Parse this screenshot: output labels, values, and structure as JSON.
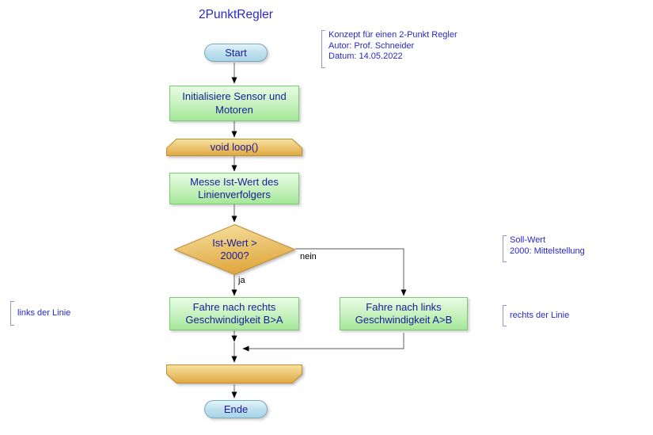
{
  "title": "2PunktRegler",
  "nodes": {
    "start": {
      "label": "Start",
      "type": "terminal"
    },
    "init": {
      "lines": [
        "Initialisiere Sensor und",
        "Motoren"
      ],
      "type": "process"
    },
    "loop_start": {
      "label": "void loop()",
      "type": "loop-start"
    },
    "measure": {
      "lines": [
        "Messe Ist-Wert des",
        "Linienverfolgers"
      ],
      "type": "process"
    },
    "decision": {
      "lines": [
        "Ist-Wert >",
        "2000?"
      ],
      "type": "decision"
    },
    "drive_right": {
      "lines": [
        "Fahre nach rechts",
        "Geschwindigkeit B>A"
      ],
      "type": "process"
    },
    "drive_left": {
      "lines": [
        "Fahre nach links",
        "Geschwindigkeit A>B"
      ],
      "type": "process"
    },
    "loop_end": {
      "label": "",
      "type": "loop-end"
    },
    "end": {
      "label": "Ende",
      "type": "terminal"
    }
  },
  "edge_labels": {
    "yes": "ja",
    "no": "nein"
  },
  "annotations": {
    "concept": {
      "lines": [
        "Konzept für einen 2-Punkt Regler",
        "Autor: Prof. Schneider",
        "Datum: 14.05.2022"
      ]
    },
    "left_of_line": {
      "text": "links der Linie"
    },
    "setpoint": {
      "lines": [
        "Soll-Wert",
        "2000: Mittelstellung"
      ]
    },
    "right_of_line": {
      "text": "rechts der Linie"
    }
  },
  "colors": {
    "title_text": "#2929c8",
    "node_text": "#1b1b99",
    "annotation_text": "#2828cc",
    "edge_label_text": "#000000",
    "process_fill_top": "#e8fce4",
    "process_fill_bottom": "#a5e899",
    "process_border": "#7cc873",
    "terminal_fill_top": "#e4f4fa",
    "terminal_fill_bottom": "#a8d4e7",
    "terminal_border": "#7aa6bf",
    "loop_fill_top": "#f6e2a2",
    "loop_fill_bottom": "#e0a840",
    "loop_border": "#c18e33",
    "connector_line": "#7a7a7a",
    "arrowhead": "#000000",
    "bracket": "#9494ce"
  }
}
